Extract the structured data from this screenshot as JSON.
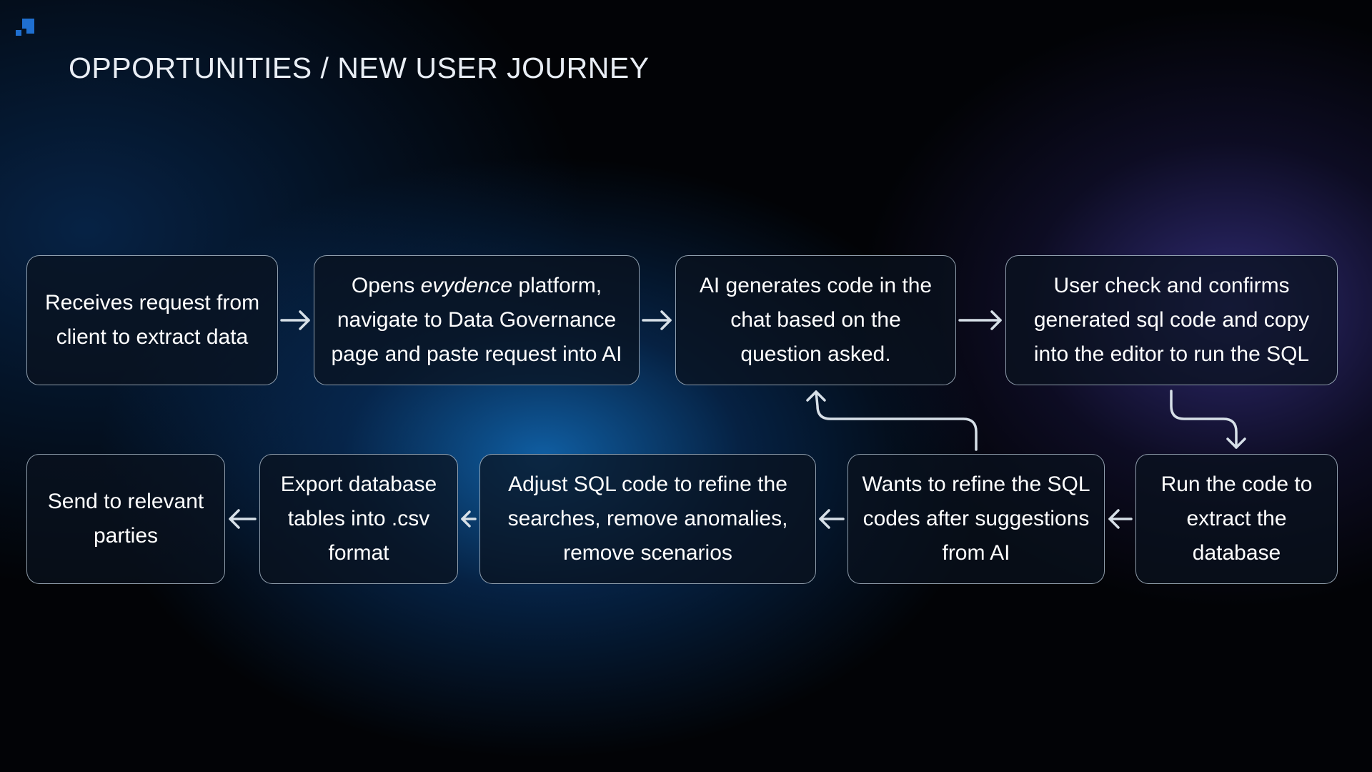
{
  "title": "OPPORTUNITIES / NEW USER JOURNEY",
  "colors": {
    "accent": "#1f6fd0",
    "box_border": "#bccdda",
    "arrow": "#d7e0e8",
    "text": "#ffffff"
  },
  "steps": {
    "s1": {
      "text": "Receives request from client to extract data"
    },
    "s2": {
      "pre": "Opens ",
      "brand": "evydence",
      "post": " platform, navigate to Data Governance page and paste request into AI"
    },
    "s3": {
      "text": "AI generates code in the chat based on the question asked."
    },
    "s4": {
      "text": "User check and confirms generated sql code  and copy into the editor to run the SQL"
    },
    "s5": {
      "text": "Run the code to extract the database"
    },
    "s6": {
      "text": "Wants to refine the SQL codes after suggestions from AI"
    },
    "s7": {
      "text": "Adjust SQL code to refine the searches, remove anomalies, remove scenarios"
    },
    "s8": {
      "text": "Export database tables into .csv format"
    },
    "s9": {
      "text": "Send to relevant parties"
    }
  }
}
